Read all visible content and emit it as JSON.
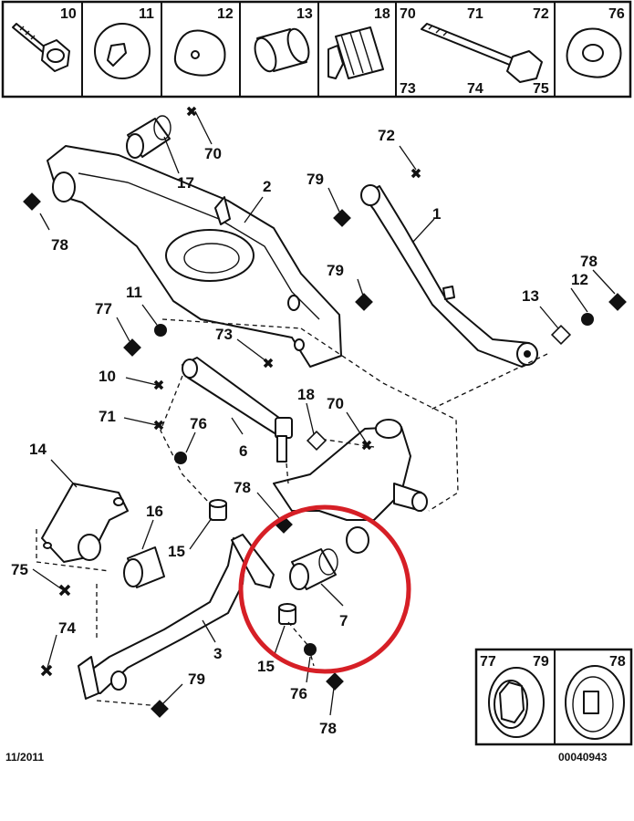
{
  "top_strip": {
    "cells": [
      {
        "labels": [
          "10"
        ],
        "icon": "bolt-icon"
      },
      {
        "labels": [
          "11"
        ],
        "icon": "eccentric-washer-icon"
      },
      {
        "labels": [
          "12"
        ],
        "icon": "cam-washer-icon"
      },
      {
        "labels": [
          "13"
        ],
        "icon": "sleeve-icon"
      },
      {
        "labels": [
          "18"
        ],
        "icon": "bump-stop-icon"
      },
      {
        "labels": [
          "70",
          "71",
          "72",
          "73",
          "74",
          "75"
        ],
        "icon": "long-bolt-icon"
      },
      {
        "labels": [
          "76"
        ],
        "icon": "flat-washer-icon"
      }
    ]
  },
  "callouts": {
    "n70a": "70",
    "n17": "17",
    "n78a": "78",
    "n2": "2",
    "n72": "72",
    "n79a": "79",
    "n1": "1",
    "n78b": "78",
    "n12": "12",
    "n13": "13",
    "n79b": "79",
    "n77": "77",
    "n11": "11",
    "n73": "73",
    "n10": "10",
    "n18": "18",
    "n70b": "70",
    "n71": "71",
    "n76a": "76",
    "n6": "6",
    "n14": "14",
    "n78c": "78",
    "n16": "16",
    "n15a": "15",
    "n75": "75",
    "n74": "74",
    "n7": "7",
    "n3": "3",
    "n15b": "15",
    "n79c": "79",
    "n76b": "76",
    "n78d": "78"
  },
  "legend_box": {
    "labels": [
      "77",
      "79",
      "78"
    ]
  },
  "footer": {
    "date": "11/2011",
    "ref": "00040943"
  },
  "highlight_color": "#d61f26"
}
